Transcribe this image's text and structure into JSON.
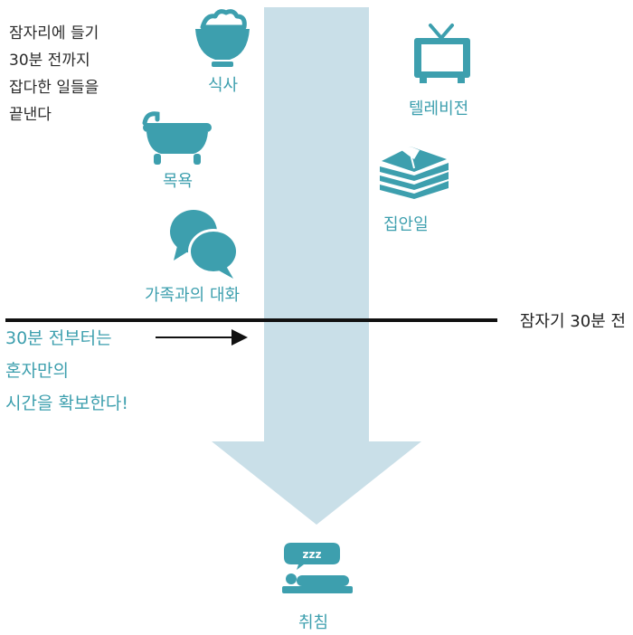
{
  "intro": {
    "lines": [
      "잠자리에 들기",
      "30분 전까지",
      "잡다한 일들을",
      "끝낸다"
    ]
  },
  "activities": {
    "meal": "식사",
    "bath": "목욕",
    "family_talk": "가족과의 대화",
    "tv": "텔레비전",
    "housework": "집안일",
    "sleep": "취침"
  },
  "divider": {
    "label": "잠자기 30분 전"
  },
  "note": {
    "lines": [
      "30분 전부터는",
      "혼자만의",
      "시간을 확보한다!"
    ]
  },
  "sleep_icon_text": "zzz",
  "colors": {
    "icon": "#3d9fae",
    "arrow": "#c9dfe8",
    "line": "#111111"
  },
  "icons": [
    "bowl-icon",
    "bathtub-icon",
    "speech-bubbles-icon",
    "tv-icon",
    "folded-clothes-icon",
    "bed-icon"
  ]
}
